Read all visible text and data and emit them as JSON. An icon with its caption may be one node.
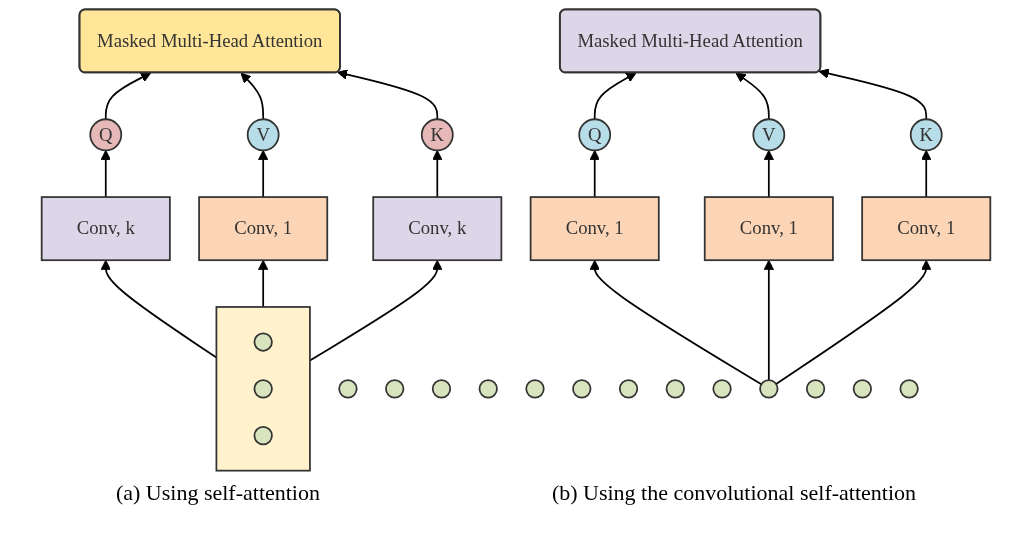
{
  "diagram": {
    "nodes": [
      {
        "text": [
          "Masked Multi-Head Attention"
        ]
      },
      {
        "text": [
          "Q"
        ]
      },
      {
        "text": [
          "V"
        ]
      },
      {
        "text": [
          "K"
        ]
      },
      {
        "text": [
          "Conv, 1"
        ]
      },
      {
        "text": [
          "Conv, 1"
        ]
      },
      {
        "text": [
          "Conv, 1"
        ]
      },
      {
        "text": [],
        "shape": "circle"
      },
      {
        "text": [],
        "shape": "circle"
      },
      {
        "text": [],
        "shape": "circle"
      },
      {
        "text": [],
        "shape": "circle"
      },
      {
        "text": [],
        "shape": "circle"
      },
      {
        "text": [],
        "shape": "circle"
      },
      {
        "text": [],
        "shape": "circle"
      },
      {
        "text": [],
        "shape": "circle"
      },
      {
        "text": [
          "Masked Multi-Head Attention"
        ]
      },
      {
        "text": [
          "Q"
        ]
      },
      {
        "text": [
          "V"
        ]
      },
      {
        "text": [
          "K"
        ]
      },
      {
        "text": [
          "Conv, k"
        ]
      },
      {
        "text": [
          "Conv, 1"
        ]
      },
      {
        "text": [
          "Conv, k"
        ]
      },
      {
        "text": [],
        "shape": "circle"
      },
      {
        "text": [],
        "shape": "circle"
      },
      {
        "text": [],
        "shape": "box"
      },
      {
        "text": [],
        "shape": "circle",
        "in": 24
      },
      {
        "text": [],
        "shape": "circle",
        "in": 24
      },
      {
        "text": [],
        "shape": "circle",
        "in": 24
      },
      {
        "text": [],
        "shape": "circle"
      },
      {
        "text": [],
        "shape": "circle"
      },
      {
        "text": [],
        "shape": "circle"
      }
    ],
    "edges": [
      {
        "from": 1,
        "to": 0,
        "arrow": "to"
      },
      {
        "from": 2,
        "to": 0,
        "arrow": "to"
      },
      {
        "from": 3,
        "to": 0,
        "arrow": "to"
      },
      {
        "from": 4,
        "to": 1,
        "arrow": "to"
      },
      {
        "from": 5,
        "to": 2,
        "arrow": "to"
      },
      {
        "from": 6,
        "to": 3,
        "arrow": "to"
      },
      {
        "from": 10,
        "to": 4,
        "arrow": "to"
      },
      {
        "from": 10,
        "to": 5,
        "arrow": "to"
      },
      {
        "from": 10,
        "to": 6,
        "arrow": "to"
      },
      {
        "from": 16,
        "to": 15,
        "arrow": "to"
      },
      {
        "from": 17,
        "to": 15,
        "arrow": "to"
      },
      {
        "from": 18,
        "to": 15,
        "arrow": "to"
      },
      {
        "from": 19,
        "to": 16,
        "arrow": "to"
      },
      {
        "from": 20,
        "to": 17,
        "arrow": "to"
      },
      {
        "from": 21,
        "to": 18,
        "arrow": "to"
      },
      {
        "from": 24,
        "to": 19,
        "arrow": "to"
      },
      {
        "from": 24,
        "to": 20,
        "arrow": "to"
      },
      {
        "from": 24,
        "to": 21,
        "arrow": "to"
      }
    ],
    "labels": [
      "(a) Using self-attention",
      "(b) Using the convolutional self-attention"
    ]
  }
}
